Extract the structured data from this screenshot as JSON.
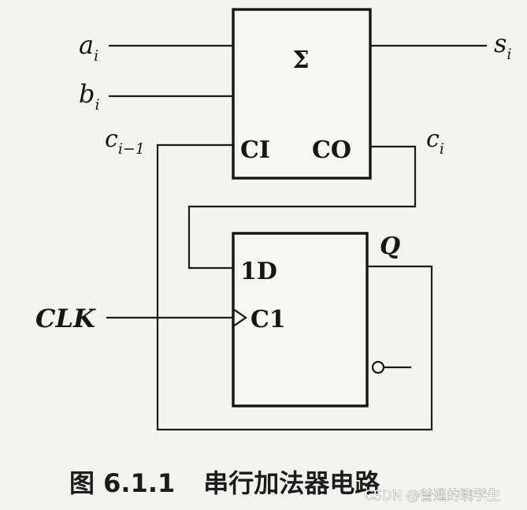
{
  "inputs": {
    "a": {
      "base": "a",
      "sub": "i"
    },
    "b": {
      "base": "b",
      "sub": "i"
    },
    "carry_in": {
      "base": "c",
      "sub": "i−1"
    },
    "clock": "CLK"
  },
  "outputs": {
    "sum": {
      "base": "s",
      "sub": "i"
    },
    "carry_out": {
      "base": "c",
      "sub": "i"
    },
    "q": "Q"
  },
  "adder": {
    "symbol": "Σ",
    "carry_in_pin": "CI",
    "carry_out_pin": "CO"
  },
  "flipflop": {
    "data_pin": "1D",
    "clock_pin": "C1"
  },
  "caption": {
    "figure_number": "图 6.1.1",
    "title": "串行加法器电路"
  },
  "watermark": "CSDN @普通的晓学生"
}
